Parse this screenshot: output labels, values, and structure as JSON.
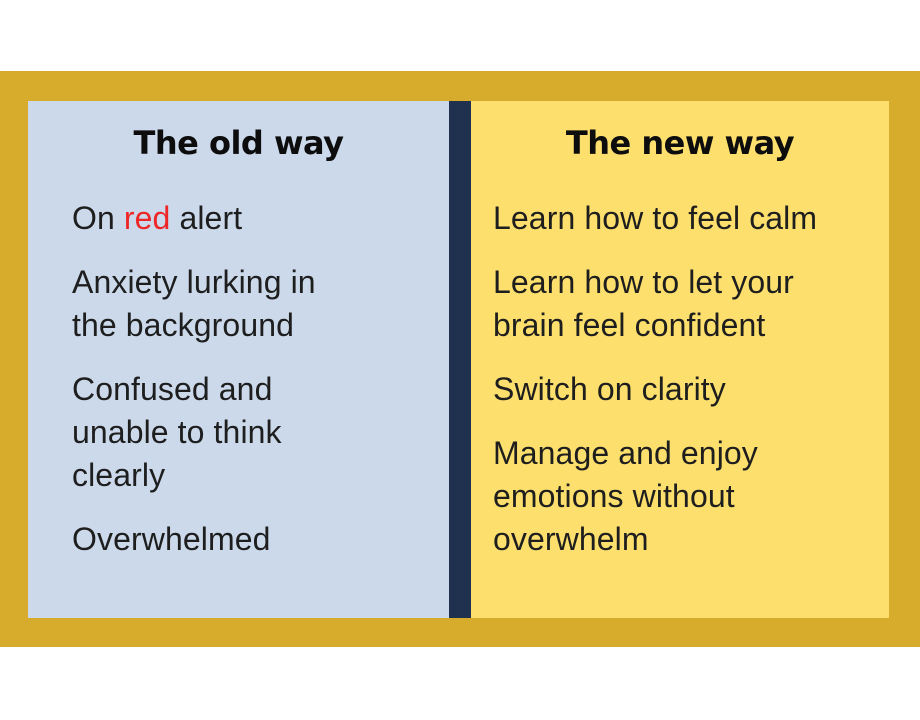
{
  "colors": {
    "page_background": "#ffffff",
    "frame_gold": "#d7ab2c",
    "panel_blue": "#cbd9ea",
    "panel_yellow": "#fcdf6d",
    "divider_navy": "#20304f",
    "title_text": "#0d0d0d",
    "body_text": "#1e1e1e",
    "accent_red": "#ee2626"
  },
  "old_way": {
    "title": "The old way",
    "items": [
      [
        {
          "text": "On "
        },
        {
          "text": "red",
          "color": "accent_red"
        },
        {
          "text": " alert"
        }
      ],
      [
        {
          "text": "Anxiety lurking in\nthe background"
        }
      ],
      [
        {
          "text": "Confused and\nunable to think\nclearly"
        }
      ],
      [
        {
          "text": "Overwhelmed"
        }
      ]
    ]
  },
  "new_way": {
    "title": "The new way",
    "items": [
      [
        {
          "text": "Learn how to feel calm"
        }
      ],
      [
        {
          "text": "Learn how to let your\nbrain feel confident"
        }
      ],
      [
        {
          "text": "Switch on clarity"
        }
      ],
      [
        {
          "text": "Manage and enjoy\nemotions without\noverwhelm"
        }
      ]
    ]
  }
}
